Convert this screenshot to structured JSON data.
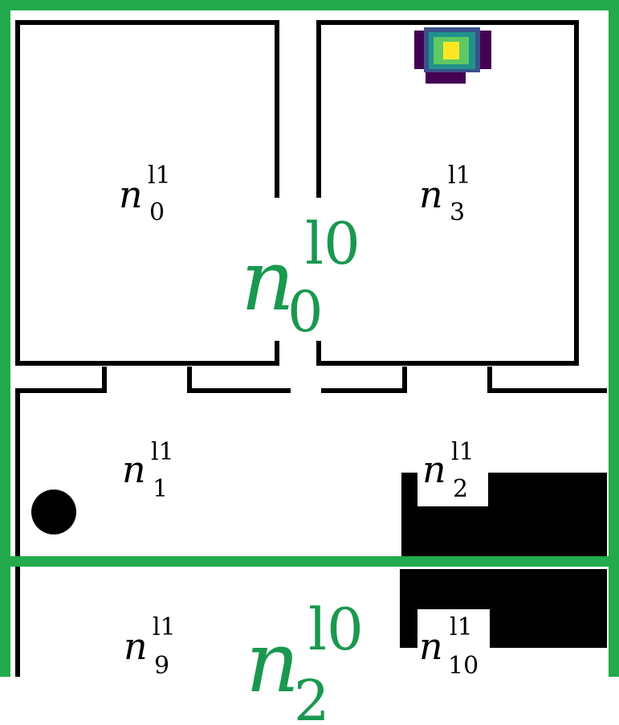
{
  "colors": {
    "wall": "#000000",
    "region_border": "#22aa4c",
    "region_label": "#1a9850",
    "obstacle": "#000000",
    "agent": "#000000",
    "heatmap": [
      "#440154",
      "#3b528b",
      "#21918c",
      "#5ec962",
      "#fde725"
    ]
  },
  "rooms": [
    {
      "id": "room-0",
      "base": "n",
      "sub": "0",
      "sup": "l1"
    },
    {
      "id": "room-3",
      "base": "n",
      "sub": "3",
      "sup": "l1"
    },
    {
      "id": "room-1",
      "base": "n",
      "sub": "1",
      "sup": "l1"
    },
    {
      "id": "room-2",
      "base": "n",
      "sub": "2",
      "sup": "l1"
    },
    {
      "id": "room-9",
      "base": "n",
      "sub": "9",
      "sup": "l1"
    },
    {
      "id": "room-10",
      "base": "n",
      "sub": "10",
      "sup": "l1"
    }
  ],
  "regions": [
    {
      "id": "region-0",
      "base": "n",
      "sub": "0",
      "sup": "l0"
    },
    {
      "id": "region-2",
      "base": "n",
      "sub": "2",
      "sup": "l0"
    }
  ],
  "icons": {
    "agent": "agent-dot-icon",
    "goal": "goal-heatmap-icon"
  }
}
